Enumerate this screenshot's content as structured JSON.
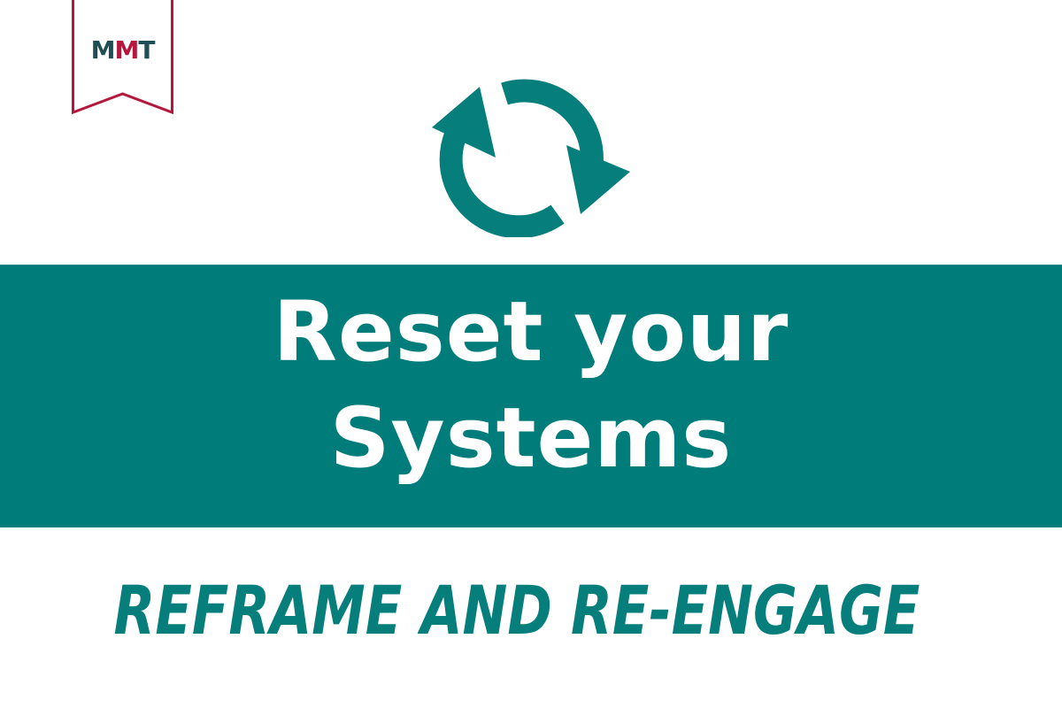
{
  "logo": {
    "letters": [
      "M",
      "M",
      "T"
    ],
    "text_color": "#1d4f55",
    "accent_color": "#b5173c",
    "border_color": "#b5173c"
  },
  "icon": {
    "name": "refresh-icon",
    "color": "#067f7c"
  },
  "banner": {
    "line1": "Reset your",
    "line2": "Systems",
    "background": "#007d7a",
    "text_color": "#ffffff"
  },
  "tagline": {
    "text": "REFRAME AND RE-ENGAGE",
    "color": "#067f7c"
  }
}
